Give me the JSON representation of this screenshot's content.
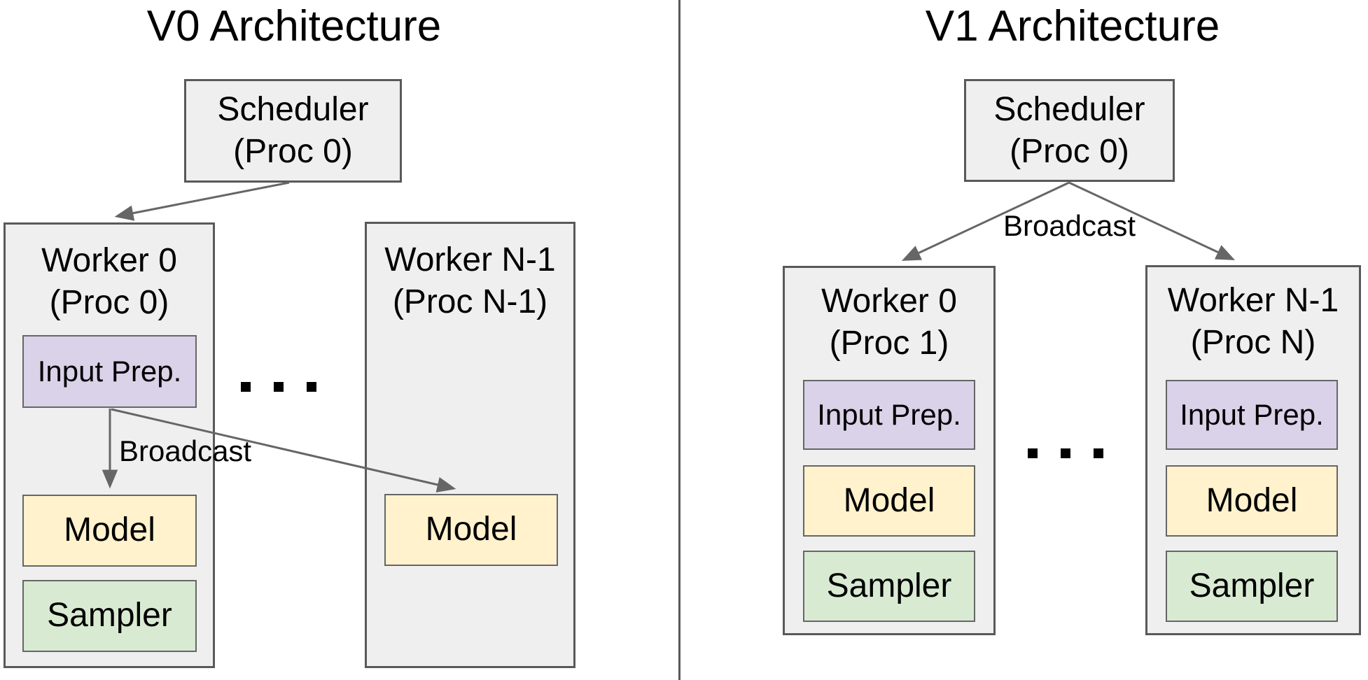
{
  "diagram": {
    "kind": "architecture-comparison",
    "divider_color": "#595959"
  },
  "colors": {
    "container_fill": "#efefef",
    "container_border": "#595959",
    "input_prep_fill": "#d9d2e9",
    "model_fill": "#fff2cc",
    "sampler_fill": "#d9ead3",
    "inner_border": "#666666",
    "arrow": "#666666",
    "text": "#000000",
    "background": "#ffffff"
  },
  "v0": {
    "title": "V0 Architecture",
    "scheduler": {
      "line1": "Scheduler",
      "line2": "(Proc 0)"
    },
    "broadcast_label": "Broadcast",
    "ellipsis": ". . .",
    "worker0": {
      "line1": "Worker 0",
      "line2": "(Proc 0)",
      "input_prep_label": "Input Prep.",
      "model_label": "Model",
      "sampler_label": "Sampler"
    },
    "workerN": {
      "line1": "Worker N-1",
      "line2": "(Proc N-1)",
      "model_label": "Model"
    }
  },
  "v1": {
    "title": "V1 Architecture",
    "scheduler": {
      "line1": "Scheduler",
      "line2": "(Proc 0)"
    },
    "broadcast_label": "Broadcast",
    "ellipsis": ". . .",
    "worker0": {
      "line1": "Worker 0",
      "line2": "(Proc 1)",
      "input_prep_label": "Input Prep.",
      "model_label": "Model",
      "sampler_label": "Sampler"
    },
    "workerN": {
      "line1": "Worker N-1",
      "line2": "(Proc N)",
      "input_prep_label": "Input Prep.",
      "model_label": "Model",
      "sampler_label": "Sampler"
    }
  }
}
